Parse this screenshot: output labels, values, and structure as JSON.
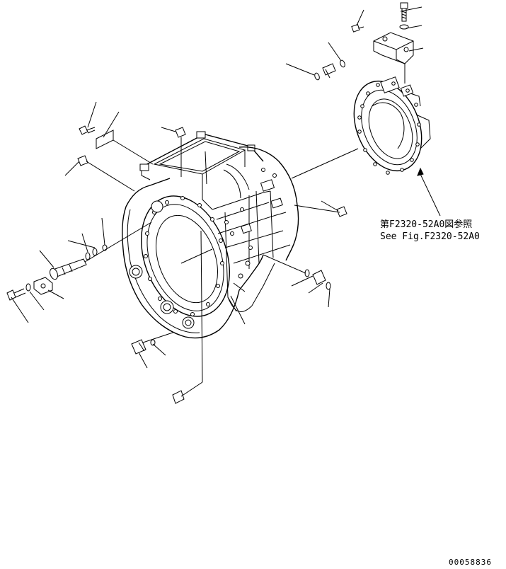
{
  "reference": {
    "japanese": "第F2320-52A0図参照",
    "english": "See Fig.F2320-52A0"
  },
  "drawing_number": "00058836"
}
